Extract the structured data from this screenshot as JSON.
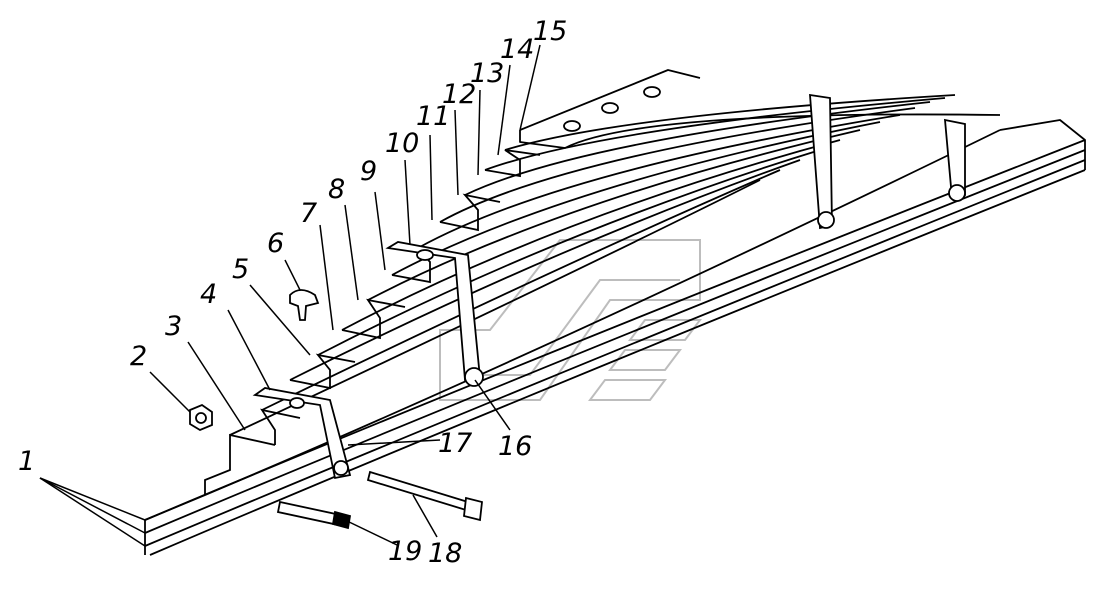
{
  "labels": {
    "l1": "1",
    "l2": "2",
    "l3": "3",
    "l4": "4",
    "l5": "5",
    "l6": "6",
    "l7": "7",
    "l8": "8",
    "l9": "9",
    "l10": "10",
    "l11": "11",
    "l12": "12",
    "l13": "13",
    "l14": "14",
    "l15": "15",
    "l16": "16",
    "l17": "17",
    "l18": "18",
    "l19": "19"
  },
  "colors": {
    "line": "#000000",
    "background": "#ffffff",
    "watermark": "#bdbdbd"
  }
}
